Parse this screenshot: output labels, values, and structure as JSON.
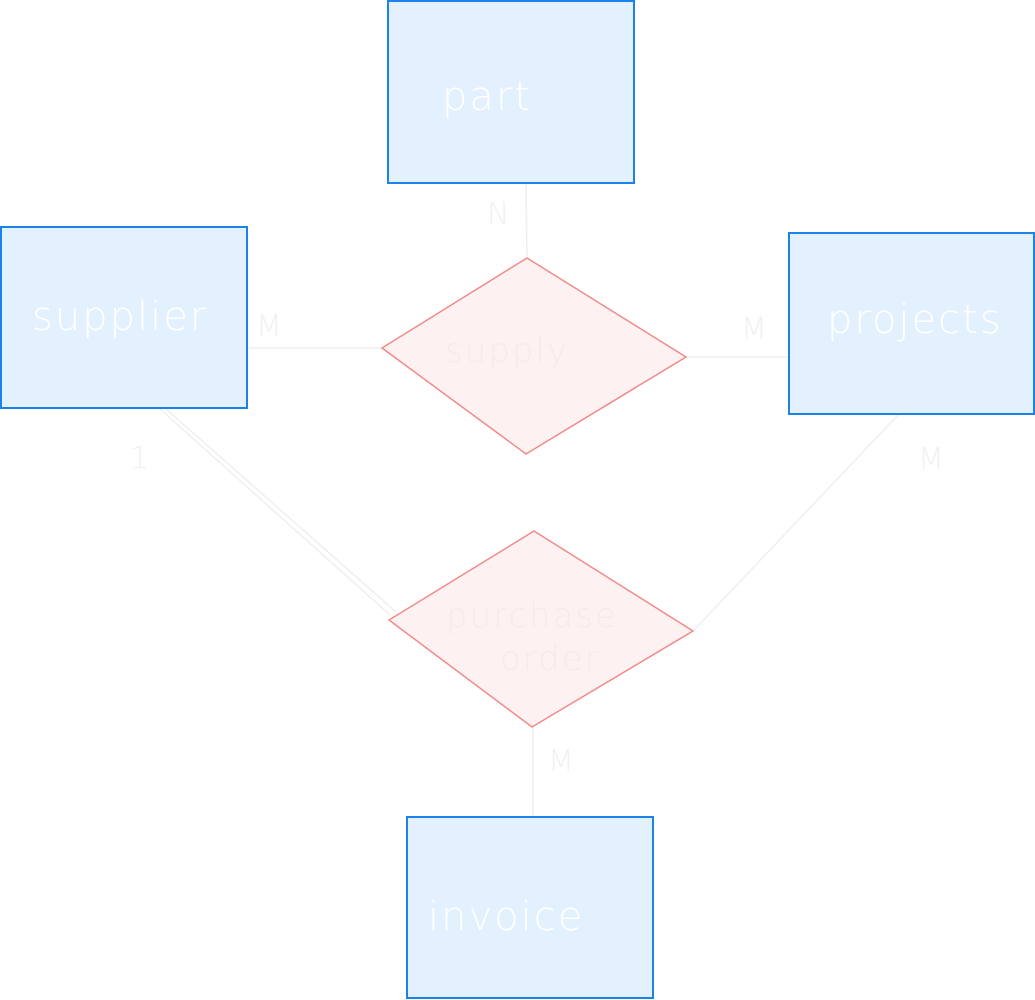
{
  "entities": {
    "part": "part",
    "supplier": "supplier",
    "projects": "projects",
    "invoice": "invoice"
  },
  "relationships": {
    "supply": "supply",
    "purchase_order_line1": "purchase",
    "purchase_order_line2": "order"
  },
  "cardinalities": {
    "part_supply": "N",
    "supplier_supply": "M",
    "projects_supply": "M",
    "supplier_purchase": "1",
    "projects_purchase": "M",
    "invoice_purchase": "M"
  },
  "colors": {
    "entity_fill": "#e3f0fd",
    "entity_stroke": "#1a82e8",
    "relation_fill": "#fdf1f1",
    "relation_stroke": "#f28a8a"
  }
}
